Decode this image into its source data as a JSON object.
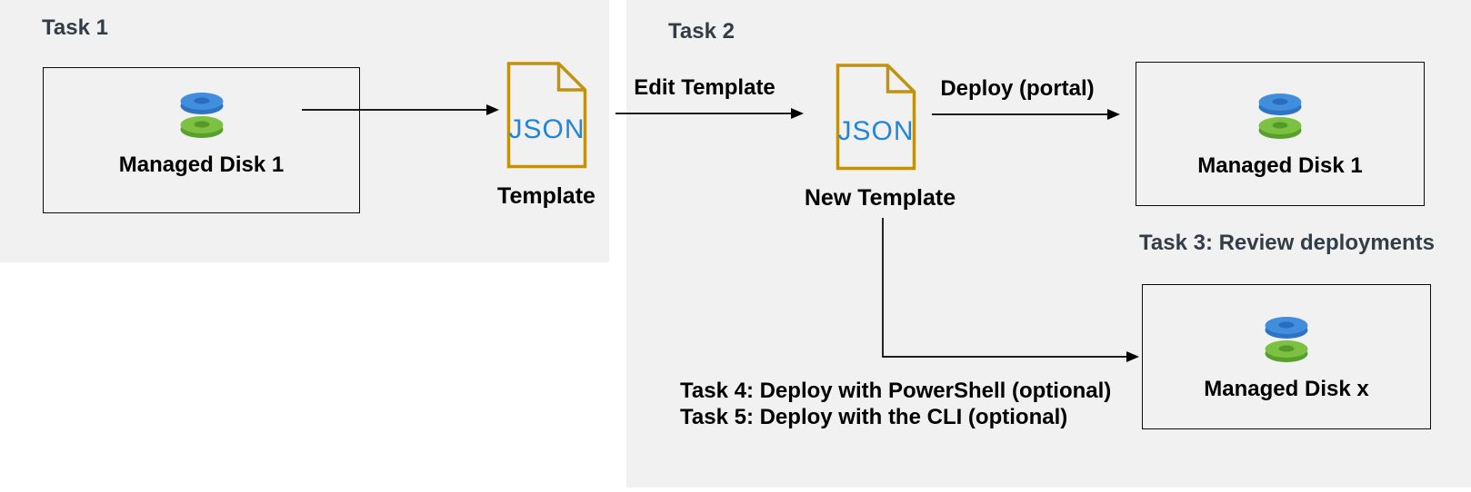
{
  "diagram": {
    "task1_panel": {
      "heading": "Task 1",
      "disk_box": {
        "label": "Managed Disk 1"
      },
      "template_doc": {
        "doc_text": "JSON",
        "caption": "Template"
      }
    },
    "task2_panel": {
      "heading": "Task 2",
      "edit_template_arrow_label": "Edit Template",
      "new_template_doc": {
        "doc_text": "JSON",
        "caption": "New Template"
      },
      "deploy_portal_arrow_label": "Deploy (portal)",
      "deployed_disk_box": {
        "label": "Managed Disk 1"
      },
      "task3_heading": "Task 3: Review deployments",
      "optional_tasks": [
        "Task 4: Deploy with PowerShell (optional)",
        "Task 5: Deploy with the CLI (optional)"
      ],
      "optional_disk_box": {
        "label": "Managed Disk x"
      }
    },
    "colors": {
      "panel_background": "#F1F1F1",
      "task_heading_text": "#333D47",
      "label_text": "#000000",
      "box_border": "#0A0A0A",
      "arrow": "#000000",
      "json_doc_border": "#C19210",
      "json_doc_text": "#1E87D9",
      "disk_blue_top": "#418EDC",
      "disk_blue_side": "#2C73C7",
      "disk_green_top": "#7CC142",
      "disk_green_side": "#59A02A"
    }
  }
}
